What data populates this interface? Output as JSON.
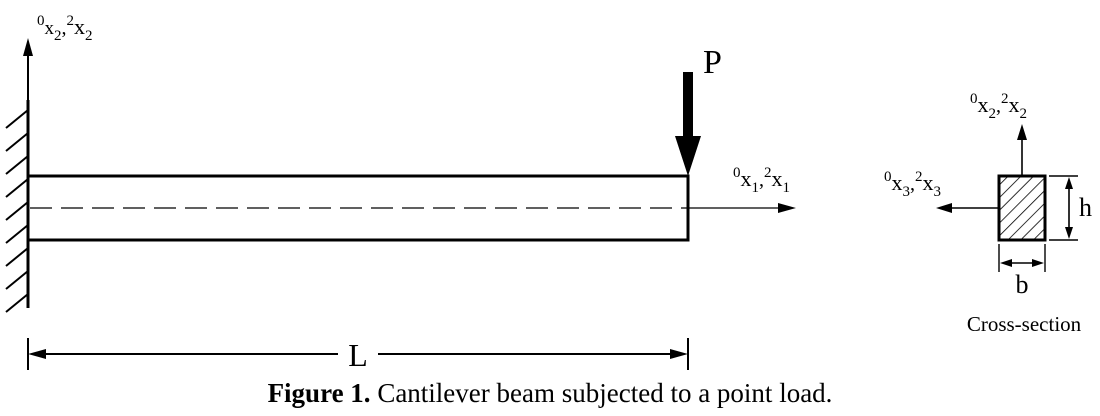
{
  "labels": {
    "load": "P",
    "length": "L",
    "width": "b",
    "height": "h",
    "cross_section": "Cross-section"
  },
  "axes": {
    "beam_vertical": {
      "sup1": "0",
      "base1": "x",
      "sub1": "2",
      "sep": ",",
      "sup2": "2",
      "base2": "x",
      "sub2": "2"
    },
    "beam_axial": {
      "sup1": "0",
      "base1": "x",
      "sub1": "1",
      "sep": ",",
      "sup2": "2",
      "base2": "x",
      "sub2": "1"
    },
    "section_vertical": {
      "sup1": "0",
      "base1": "x",
      "sub1": "2",
      "sep": ",",
      "sup2": "2",
      "base2": "x",
      "sub2": "2"
    },
    "section_lateral": {
      "sup1": "0",
      "base1": "x",
      "sub1": "3",
      "sep": ",",
      "sup2": "2",
      "base2": "x",
      "sub2": "3"
    }
  },
  "caption": {
    "prefix": "Figure 1.",
    "text": " Cantilever beam subjected to a point load."
  },
  "colors": {
    "stroke": "#000000",
    "background": "#ffffff"
  }
}
